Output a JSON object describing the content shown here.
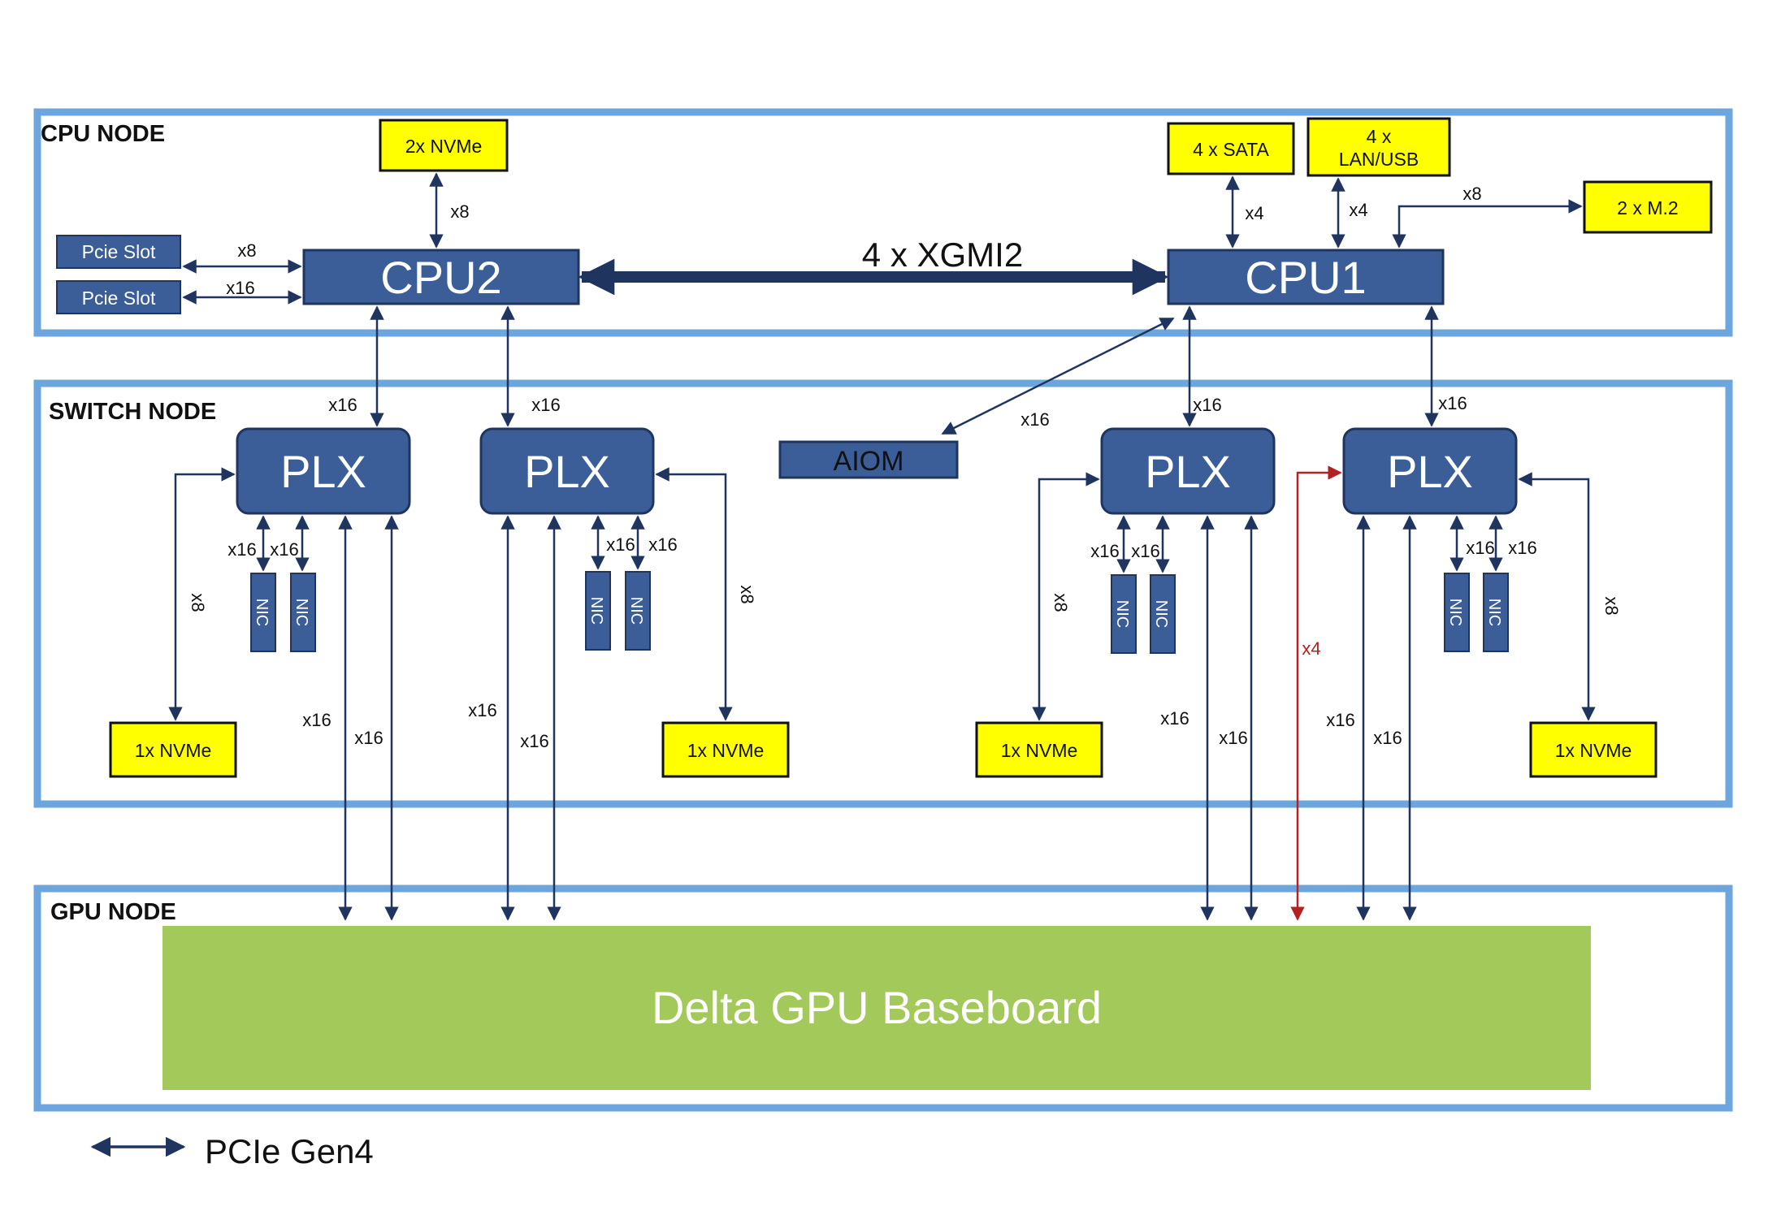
{
  "nodes": {
    "cpu_node": "CPU NODE",
    "switch_node": "SWITCH NODE",
    "gpu_node": "GPU NODE"
  },
  "cpu": {
    "cpu1": "CPU1",
    "cpu2": "CPU2",
    "interconnect": "4 x XGMI2"
  },
  "devices": {
    "nvme2x": "2x NVMe",
    "sata": "4 x SATA",
    "lan_usb_line1": "4 x",
    "lan_usb_line2": "LAN/USB",
    "m2": "2 x M.2",
    "pcie_slot": "Pcie Slot",
    "plx": "PLX",
    "aiom": "AIOM",
    "nic": "NIC",
    "nvme1x": "1x NVMe",
    "gpu_baseboard": "Delta GPU Baseboard"
  },
  "links": {
    "x4": "x4",
    "x8": "x8",
    "x16": "x16"
  },
  "legend": {
    "label": "PCIe Gen4"
  },
  "colors": {
    "frame_blue": "#6CA6DC",
    "device_blue": "#3B5E99",
    "storage_yellow": "#FFFF00",
    "gpu_green": "#A3C95A",
    "link_navy": "#1F3560",
    "x4_red": "#B22222"
  }
}
